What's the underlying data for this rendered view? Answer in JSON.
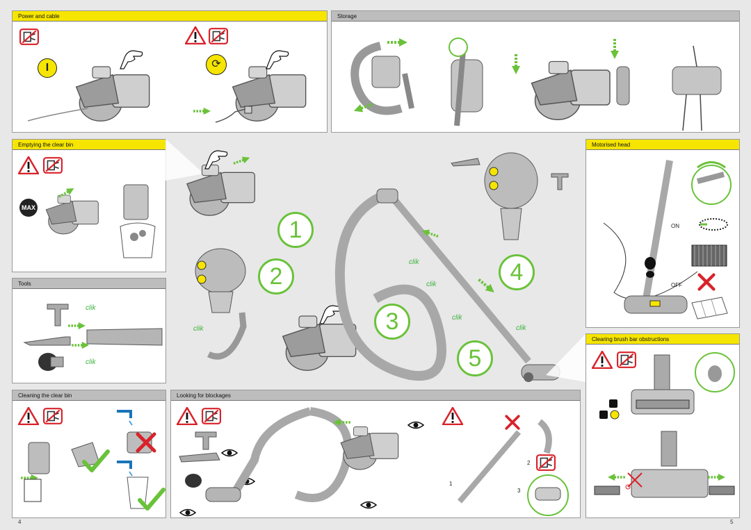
{
  "sections": {
    "power_cable": "Power and cable",
    "storage": "Storage",
    "emptying_bin": "Emptying the clear bin",
    "tools": "Tools",
    "cleaning_bin": "Cleaning the clear bin",
    "blockages": "Looking for blockages",
    "motorised_head": "Motorised head",
    "brush_bar": "Clearing brush bar obstructions"
  },
  "steps": [
    "1",
    "2",
    "3",
    "4",
    "5"
  ],
  "clik": "clik",
  "labels": {
    "max": "MAX",
    "on": "ON",
    "off": "OFF",
    "b1": "1",
    "b2": "2",
    "b3": "3"
  },
  "page_numbers": {
    "left": "4",
    "right": "5"
  },
  "colors": {
    "yellow": "#f6e500",
    "green": "#6ac23a",
    "red": "#d8222a",
    "grey": "#a8a8a8"
  },
  "icons": [
    "warning-icon",
    "unplug-icon",
    "eye-icon",
    "arrow-icon",
    "check-icon",
    "cross-icon"
  ]
}
